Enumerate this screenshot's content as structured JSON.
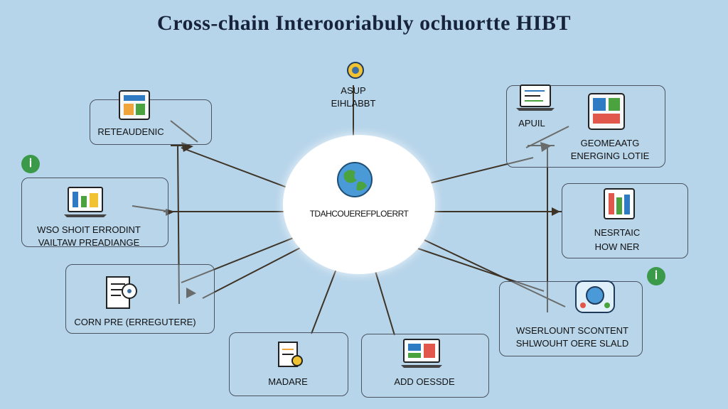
{
  "title": "Cross-chain Interooriabuly ochuortte HIBT",
  "hub": {
    "label": "TDAHCOUEREFPLOERRT"
  },
  "top_node": {
    "line1": "ASUP",
    "line2": "EIHLABBT"
  },
  "nodes": {
    "retreaudenic": {
      "lines": [
        "RETEAUDENIC"
      ]
    },
    "wso_shoit": {
      "lines": [
        "WSO SHOIT ERRODINT",
        "VAILTAW PREADIANGE"
      ]
    },
    "corn_pre": {
      "lines": [
        "CORN PRE (ERREGUTERE)"
      ]
    },
    "madare": {
      "lines": [
        "MADARE"
      ]
    },
    "add_oessde": {
      "lines": [
        "ADD OESSDE"
      ]
    },
    "apuil": {
      "lines": [
        "APUIL"
      ]
    },
    "geomaatg": {
      "lines": [
        "GEOMEAATG",
        "ENERGING LOTIE"
      ]
    },
    "nesrtaic": {
      "lines": [
        "NESRTAIC",
        "HOW NER"
      ]
    },
    "wserlount": {
      "lines": [
        "WSERLOUNT SCONTENT",
        "SHLWOUHT OERE SLALD"
      ]
    }
  },
  "badges": {
    "left": "ⅰ",
    "right": "ⅰ"
  },
  "colors": {
    "background": "#b6d4ea",
    "hub": "#ffffff",
    "line": "#3d3326",
    "badge": "#3a9a4a"
  },
  "icons": [
    "globe-icon",
    "network-icon",
    "document-icon",
    "laptop-icon",
    "clipboard-icon",
    "tablet-icon",
    "dashboard-icon"
  ]
}
